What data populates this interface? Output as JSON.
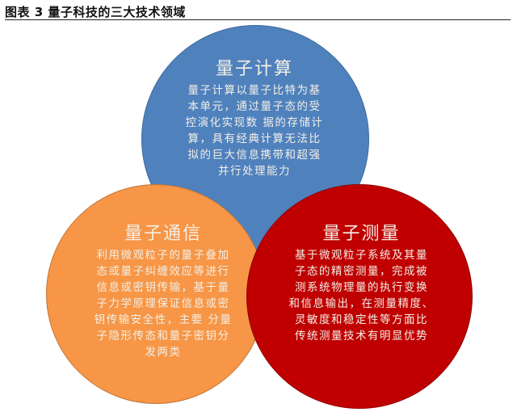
{
  "figure": {
    "title": "图表 3 量子科技的三大技术领域"
  },
  "diagram": {
    "type": "venn",
    "circles": [
      {
        "id": "quantum-computing",
        "title": "量子计算",
        "color": "#4f81bd",
        "lines": [
          "量子计算以量子比特为基",
          "本单元，通过量子态的受",
          "控演化实现数 据的存储计",
          "算，具有经典计算无法比",
          "拟的巨大信息携带和超强",
          "并行处理能力"
        ]
      },
      {
        "id": "quantum-communication",
        "title": "量子通信",
        "color": "#f79646",
        "lines": [
          "利用微观粒子的量子叠加",
          "态或量子纠缠效应等进行",
          "信息或密钥传输，基于量",
          "子力学原理保证信息或密",
          "钥传输安全性，主要 分量",
          "子隐形传态和量子密钥分",
          "发两类"
        ]
      },
      {
        "id": "quantum-measurement",
        "title": "量子测量",
        "color": "#c00000",
        "lines": [
          "基于微观粒子系统及其量",
          "子态的精密测量，完成被",
          "测系统物理量的执行变换",
          "和信息输出，在测量精度、",
          "灵敏度和稳定性等方面比",
          "传统测量技术有明显优势"
        ]
      }
    ]
  }
}
